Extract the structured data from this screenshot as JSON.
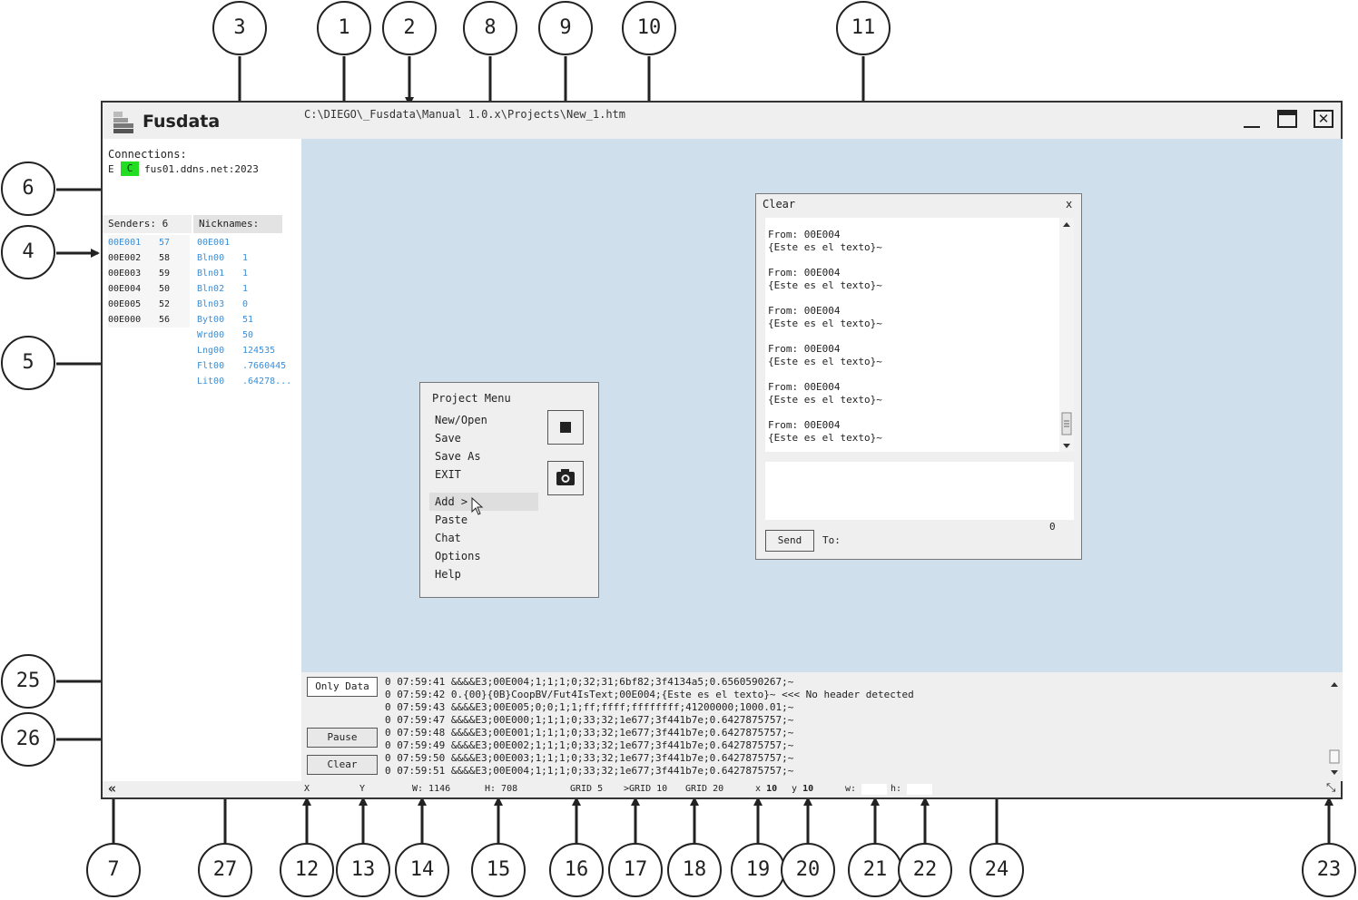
{
  "window": {
    "app_name": "Fusdata",
    "file_path": "C:\\DIEGO\\_Fusdata\\Manual 1.0.x\\Projects\\New_1.htm",
    "close_glyph": "✕"
  },
  "connections": {
    "label": "Connections:",
    "prefix": "E",
    "status": "C",
    "status_color": "#22dd22",
    "host": "fus01.ddns.net:2023"
  },
  "senders": {
    "header": "Senders: 6",
    "rows": [
      {
        "id": "00E001",
        "count": "57"
      },
      {
        "id": "00E002",
        "count": "58"
      },
      {
        "id": "00E003",
        "count": "59"
      },
      {
        "id": "00E004",
        "count": "50"
      },
      {
        "id": "00E005",
        "count": "52"
      },
      {
        "id": "00E000",
        "count": "56"
      }
    ]
  },
  "nicknames": {
    "header": "Nicknames:",
    "rows": [
      {
        "name": "00E001",
        "value": ""
      },
      {
        "name": "Bln00",
        "value": "1"
      },
      {
        "name": "Bln01",
        "value": "1"
      },
      {
        "name": "Bln02",
        "value": "1"
      },
      {
        "name": "Bln03",
        "value": "0"
      },
      {
        "name": "Byt00",
        "value": "51"
      },
      {
        "name": "Wrd00",
        "value": "50"
      },
      {
        "name": "Lng00",
        "value": "124535"
      },
      {
        "name": "Flt00",
        "value": ".7660445"
      },
      {
        "name": "Lit00",
        "value": ".64278..."
      }
    ]
  },
  "project_menu": {
    "title": "Project Menu",
    "items": [
      "New/Open",
      "Save",
      "Save As",
      "EXIT",
      "Add >",
      "Paste",
      "Chat",
      "Options",
      "Help"
    ]
  },
  "chat": {
    "title": "Clear",
    "close": "x",
    "messages": [
      {
        "from": "From: 00E004",
        "text": "{Este es el texto}~"
      },
      {
        "from": "From: 00E004",
        "text": "{Este es el texto}~"
      },
      {
        "from": "From: 00E004",
        "text": "{Este es el texto}~"
      },
      {
        "from": "From: 00E004",
        "text": "{Este es el texto}~"
      },
      {
        "from": "From: 00E004",
        "text": "{Este es el texto}~"
      },
      {
        "from": "From: 00E004",
        "text": "{Este es el texto}~"
      }
    ],
    "char_count": "0",
    "send_label": "Send",
    "to_label": "To:"
  },
  "log": {
    "buttons": {
      "only_data": "Only Data",
      "pause": "Pause",
      "clear": "Clear"
    },
    "lines": [
      "0 07:59:41 &&&&E3;00E004;1;1;1;0;32;31;6bf82;3f4134a5;0.6560590267;~",
      "0 07:59:42 0.{00}{0B}CoopBV/Fut4IsText;00E004;{Este es el texto}~ <<< No header detected",
      "0 07:59:43 &&&&E3;00E005;0;0;1;1;ff;ffff;ffffffff;41200000;1000.01;~",
      "0 07:59:47 &&&&E3;00E000;1;1;1;0;33;32;1e677;3f441b7e;0.6427875757;~",
      "0 07:59:48 &&&&E3;00E001;1;1;1;0;33;32;1e677;3f441b7e;0.6427875757;~",
      "0 07:59:49 &&&&E3;00E002;1;1;1;0;33;32;1e677;3f441b7e;0.6427875757;~",
      "0 07:59:50 &&&&E3;00E003;1;1;1;0;33;32;1e677;3f441b7e;0.6427875757;~",
      "0 07:59:51 &&&&E3;00E004;1;1;1;0;33;32;1e677;3f441b7e;0.6427875757;~"
    ]
  },
  "status": {
    "collapse": "«",
    "x": "X",
    "y": "Y",
    "w": "W: 1146",
    "h": "H: 708",
    "grid5": "GRID 5",
    "grid10": ">GRID 10",
    "grid20": "GRID 20",
    "step_x_label": "x",
    "step_x_value": "10",
    "step_y_label": "y",
    "step_y_value": "10",
    "w_input_label": "w:",
    "h_input_label": "h:",
    "resize_glyph": "⤡"
  },
  "callouts": [
    "1",
    "2",
    "3",
    "4",
    "5",
    "6",
    "7",
    "8",
    "9",
    "10",
    "11",
    "12",
    "13",
    "14",
    "15",
    "16",
    "17",
    "18",
    "19",
    "20",
    "21",
    "22",
    "23",
    "24",
    "25",
    "26",
    "27"
  ]
}
